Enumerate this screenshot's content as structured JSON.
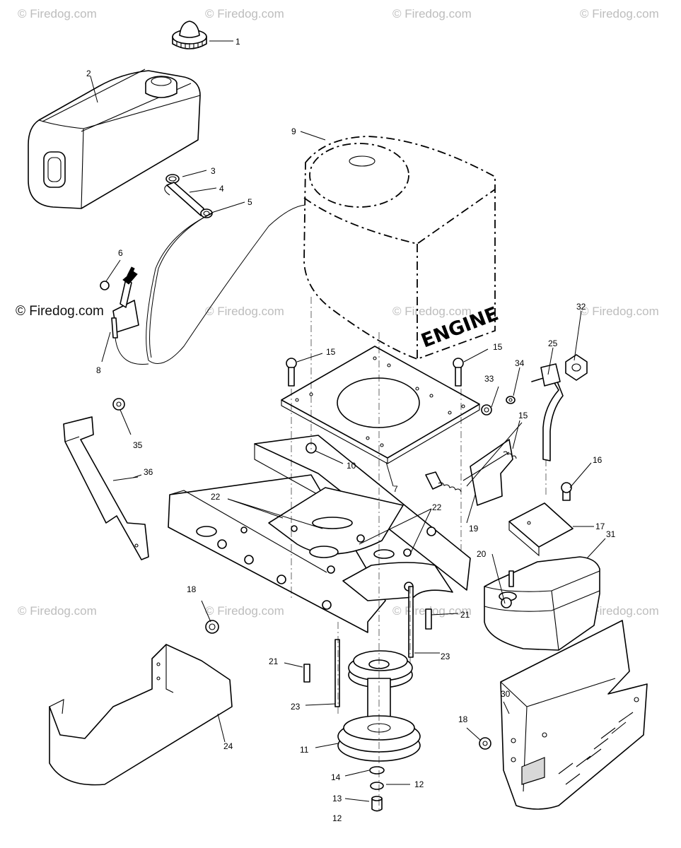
{
  "watermark": {
    "text": "© Firedog.com",
    "color": "#bdbdbd",
    "prominent_color": "#111111"
  },
  "diagram": {
    "engine_label": "ENGINE",
    "callouts": [
      "1",
      "2",
      "3",
      "4",
      "5",
      "6",
      "8",
      "9",
      "15",
      "15",
      "33",
      "34",
      "25",
      "32",
      "15",
      "35",
      "10",
      "7",
      "36",
      "22",
      "22",
      "16",
      "17",
      "19",
      "31",
      "20",
      "18",
      "21",
      "23",
      "21",
      "23",
      "24",
      "30",
      "18",
      "11",
      "14",
      "12",
      "13",
      "12"
    ]
  }
}
